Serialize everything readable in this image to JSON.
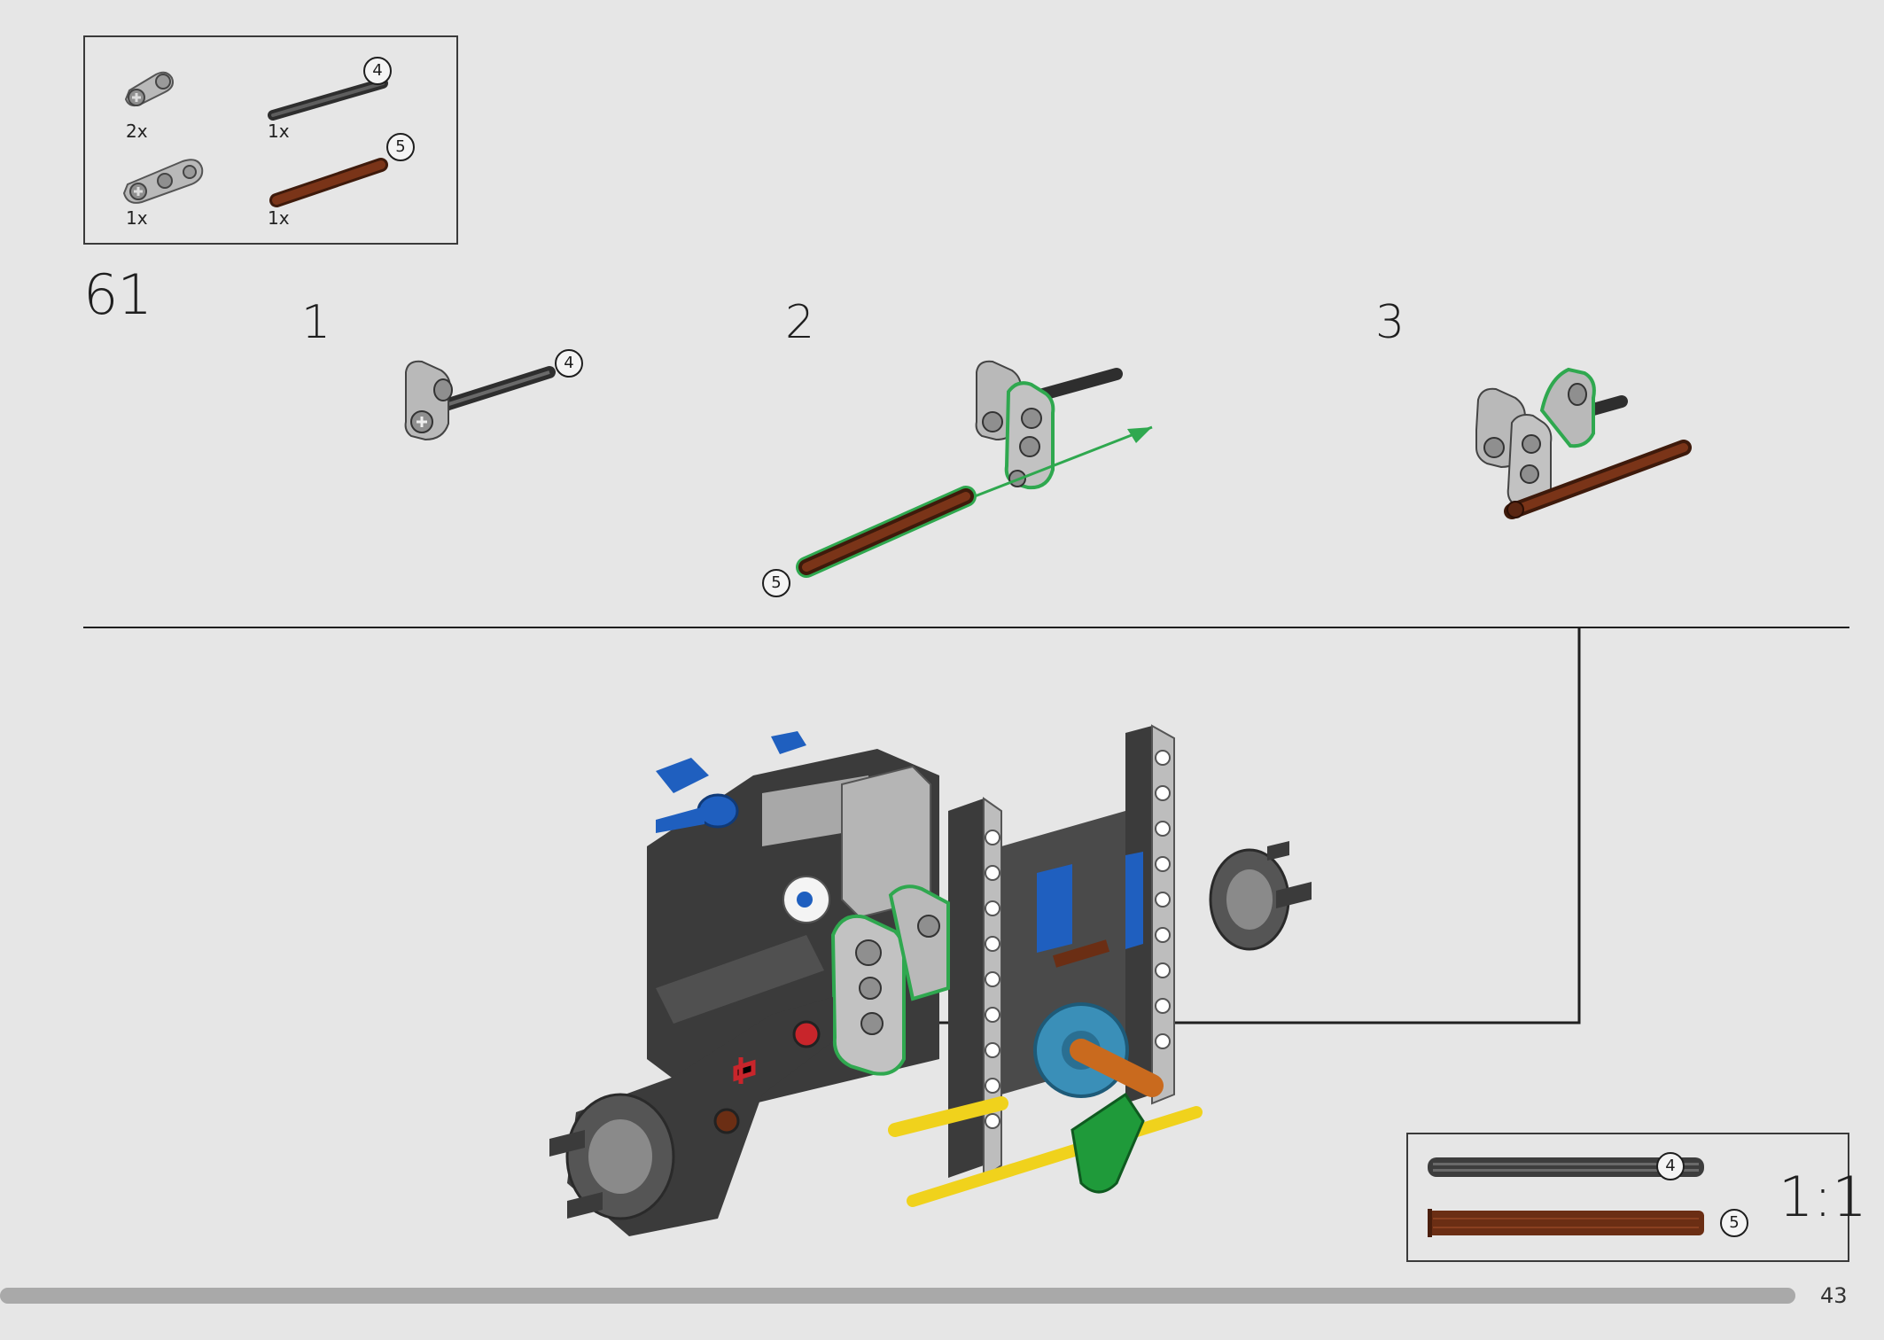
{
  "page": {
    "number": "43",
    "progress_percent": 100
  },
  "parts_list": {
    "items": [
      {
        "part": "pin-connector-small",
        "qty": "2x"
      },
      {
        "part": "axle-dark-grey",
        "qty": "1x",
        "length_callout": "4"
      },
      {
        "part": "pin-connector-double",
        "qty": "1x"
      },
      {
        "part": "axle-brown",
        "qty": "1x",
        "length_callout": "5"
      }
    ]
  },
  "step": {
    "number": "61",
    "substeps": [
      {
        "number": "1",
        "callout": "4"
      },
      {
        "number": "2",
        "callout": "5"
      },
      {
        "number": "3"
      }
    ]
  },
  "scale_reference": {
    "ratio": "1:1",
    "items": [
      {
        "part": "axle-dark-grey",
        "callout": "4"
      },
      {
        "part": "axle-brown",
        "callout": "5"
      }
    ]
  },
  "colors": {
    "background": "#e6e6e6",
    "highlight_green": "#2fa84f",
    "axle_brown": "#6b2e14",
    "axle_grey": "#3d3d3d",
    "part_light_grey": "#a8a8a8",
    "dark_grey": "#3b3b3b",
    "blue": "#1f5fbf",
    "yellow": "#f0d21c",
    "orange": "#c96a1e",
    "green": "#1f9a3a",
    "teal_gear": "#3a8fb8",
    "red": "#c8252b"
  }
}
